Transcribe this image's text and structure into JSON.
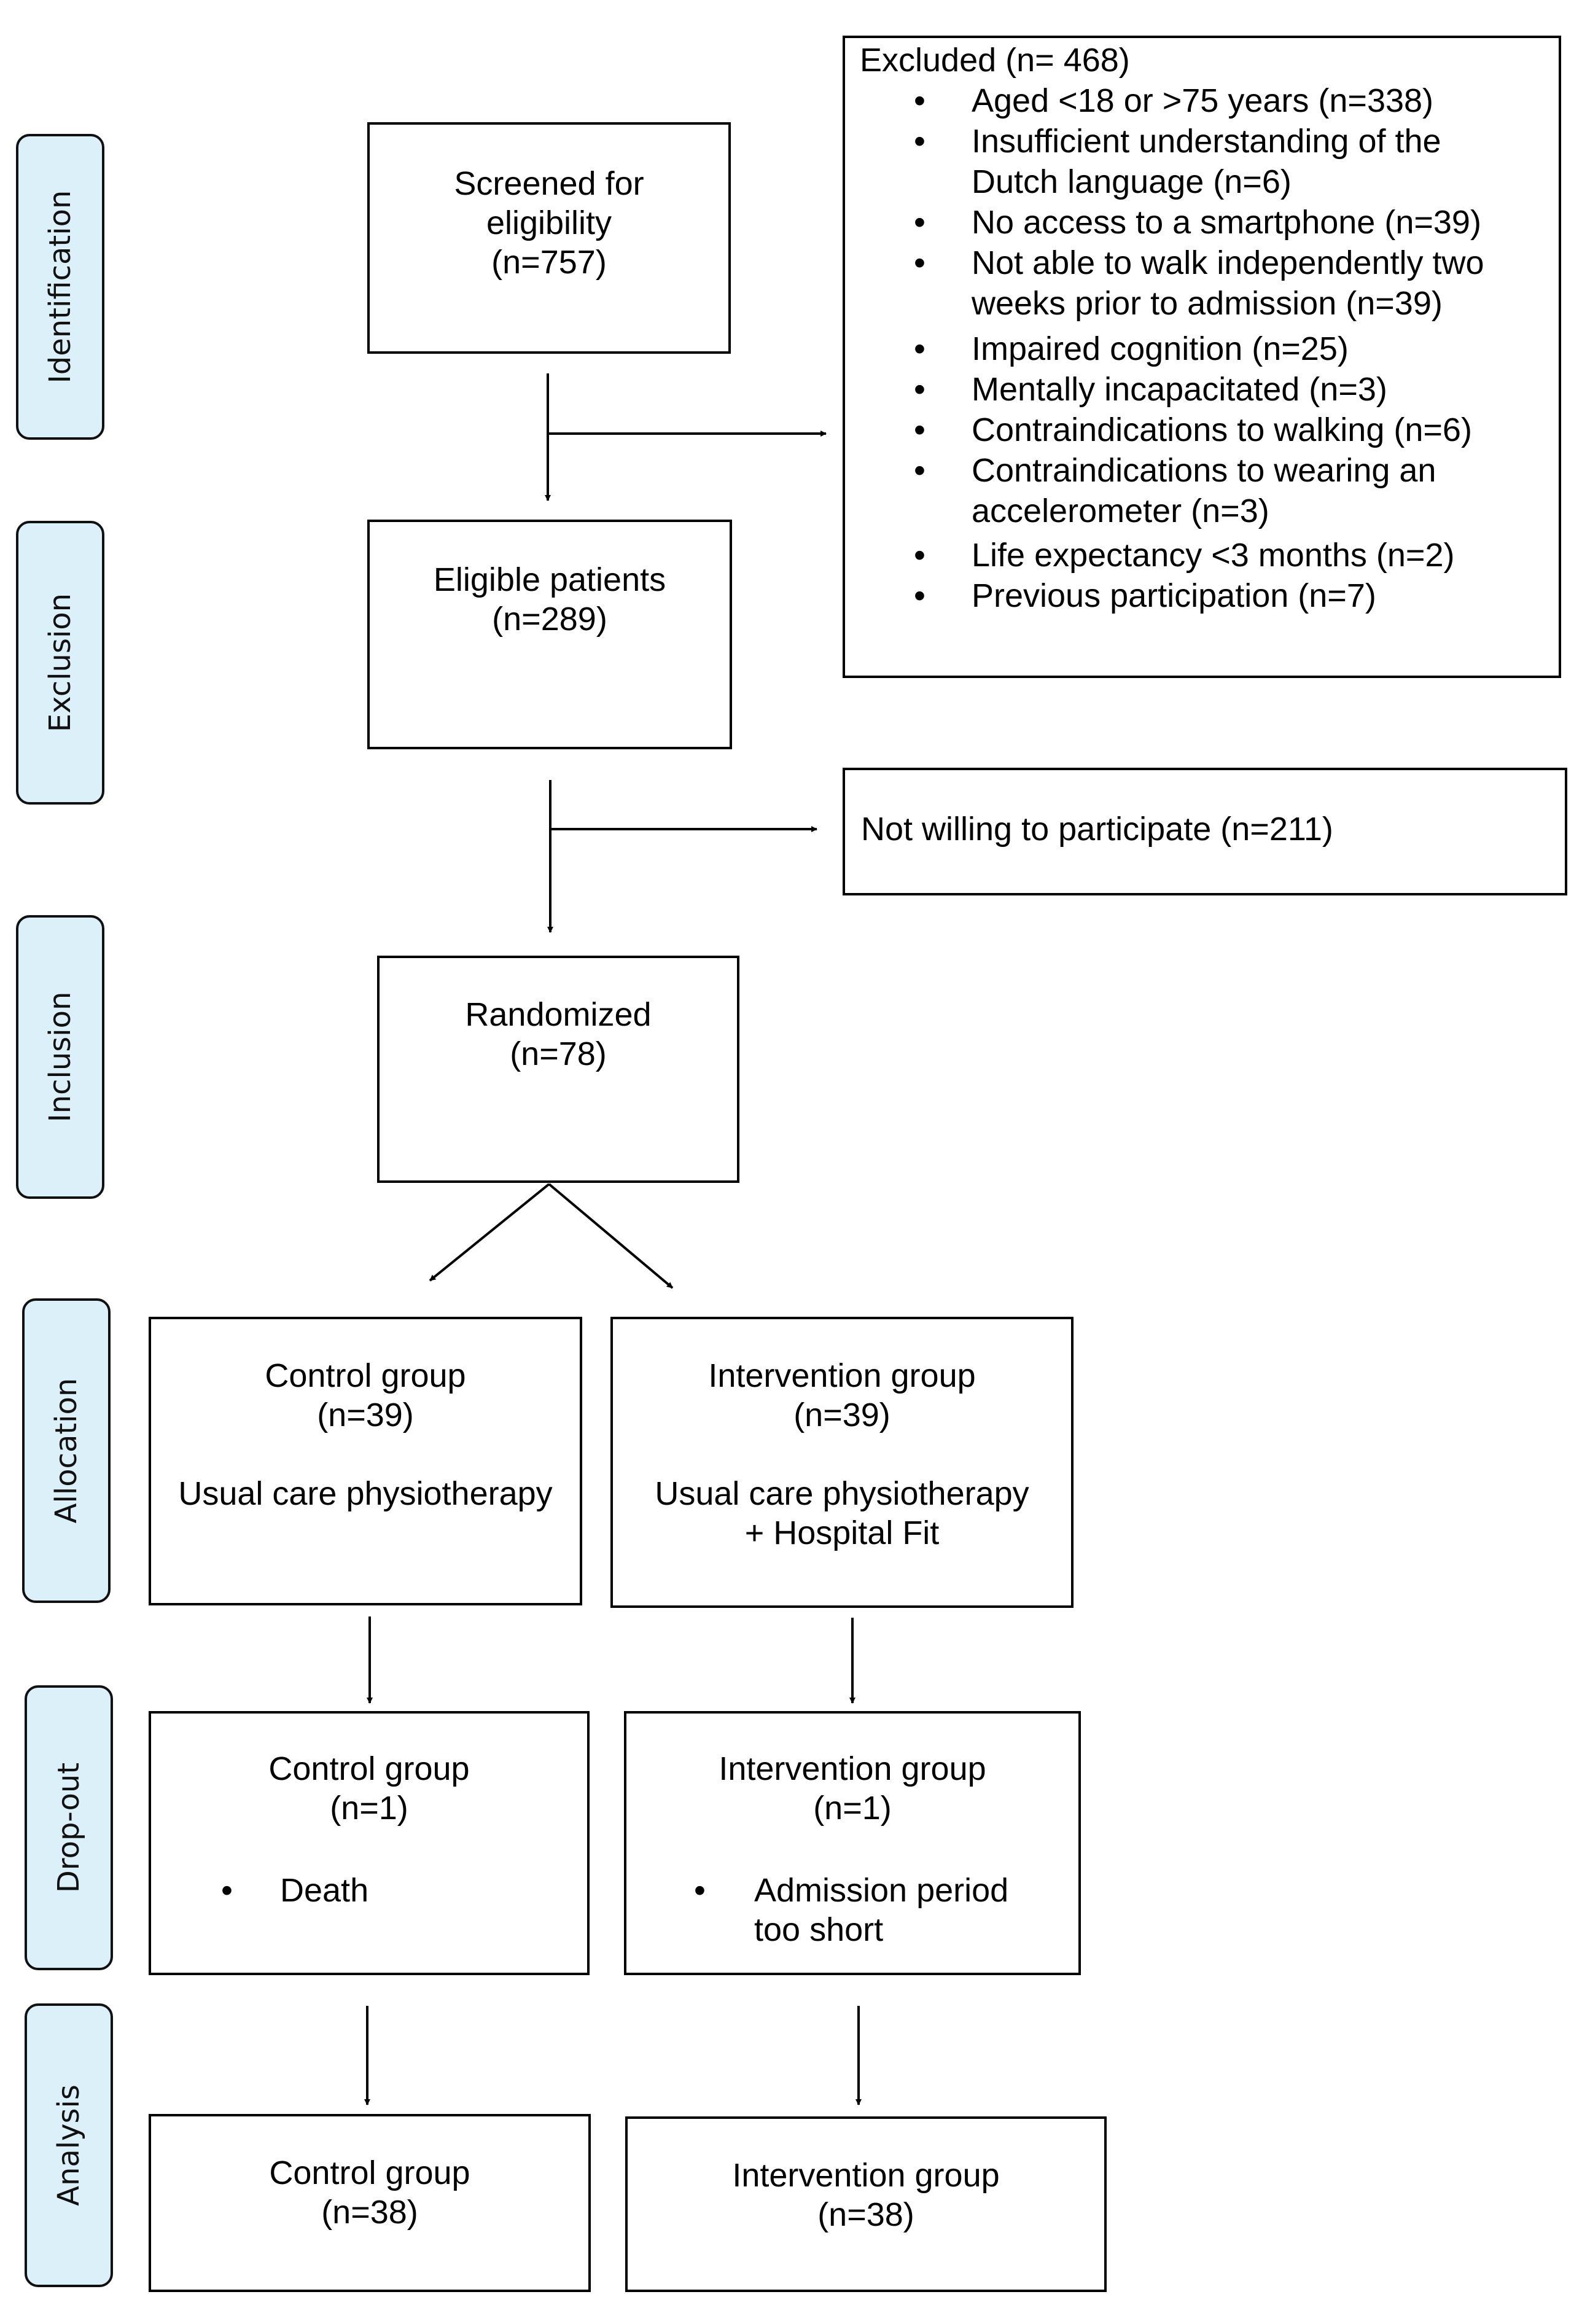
{
  "stages": {
    "identification": "Identification",
    "exclusion": "Exclusion",
    "inclusion": "Inclusion",
    "allocation": "Allocation",
    "dropout": "Drop-out",
    "analysis": "Analysis"
  },
  "screened": {
    "line1": "Screened for",
    "line2": "eligibility",
    "line3": "(n=757)"
  },
  "excluded": {
    "title": "Excluded (n= 468)",
    "items": [
      [
        "Aged <18 or >75 years (n=338)"
      ],
      [
        "Insufficient understanding of the",
        "Dutch language (n=6)"
      ],
      [
        "No access to a smartphone (n=39)"
      ],
      [
        "Not able to walk independently two",
        "weeks prior to admission (n=39)"
      ],
      [
        "Impaired cognition (n=25)"
      ],
      [
        "Mentally incapacitated (n=3)"
      ],
      [
        "Contraindications to walking (n=6)"
      ],
      [
        "Contraindications to wearing an",
        "accelerometer (n=3)"
      ],
      [
        "Life expectancy <3 months (n=2)"
      ],
      [
        "Previous participation (n=7)"
      ]
    ]
  },
  "eligible": {
    "line1": "Eligible patients",
    "line2": "(n=289)"
  },
  "not_willing": {
    "text": "Not willing to participate (n=211)"
  },
  "randomized": {
    "line1": "Randomized",
    "line2": "(n=78)"
  },
  "allocation": {
    "control": {
      "line1": "Control group",
      "line2": "(n=39)",
      "line3": "Usual care physiotherapy"
    },
    "intervention": {
      "line1": "Intervention group",
      "line2": "(n=39)",
      "line3": "Usual care physiotherapy",
      "line4": "+ Hospital Fit"
    }
  },
  "dropout": {
    "control": {
      "line1": "Control group",
      "line2": "(n=1)",
      "bullet_lines": [
        "Death"
      ]
    },
    "intervention": {
      "line1": "Intervention group",
      "line2": "(n=1)",
      "bullet_lines": [
        "Admission period",
        "too short"
      ]
    }
  },
  "analysis": {
    "control": {
      "line1": "Control group",
      "line2": "(n=38)"
    },
    "intervention": {
      "line1": "Intervention group",
      "line2": "(n=38)"
    }
  },
  "colors": {
    "stage_fill": "#dcf0fa",
    "stroke": "#000000"
  }
}
